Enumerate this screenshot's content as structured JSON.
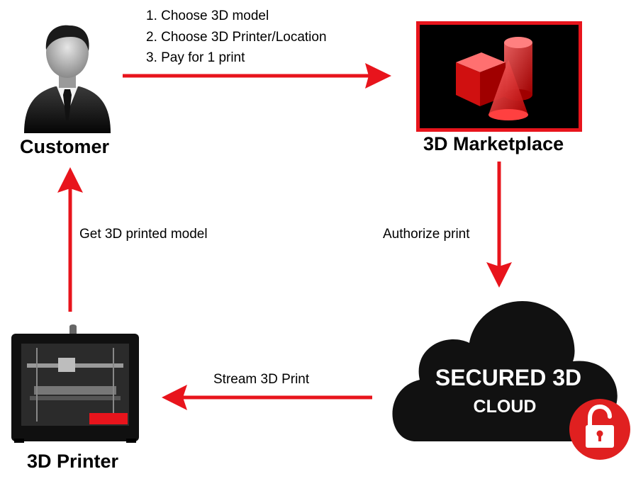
{
  "steps": [
    "1. Choose 3D model",
    "2. Choose 3D Printer/Location",
    "3. Pay for 1 print"
  ],
  "nodes": {
    "customer": "Customer",
    "marketplace": "3D Marketplace",
    "printer": "3D Printer",
    "cloud_line1": "SECURED 3D",
    "cloud_line2": "CLOUD"
  },
  "edges": {
    "authorize": "Authorize print",
    "stream": "Stream 3D Print",
    "get_model": "Get 3D printed model"
  },
  "colors": {
    "arrow": "#e8141c",
    "cloud": "#111111",
    "lock_badge": "#e02020",
    "marketplace_border": "#e8141c"
  },
  "icons": {
    "customer": "businessman-icon",
    "marketplace": "3d-shapes-icon",
    "printer": "3d-printer-icon",
    "lock": "unlocked-padlock-icon"
  }
}
